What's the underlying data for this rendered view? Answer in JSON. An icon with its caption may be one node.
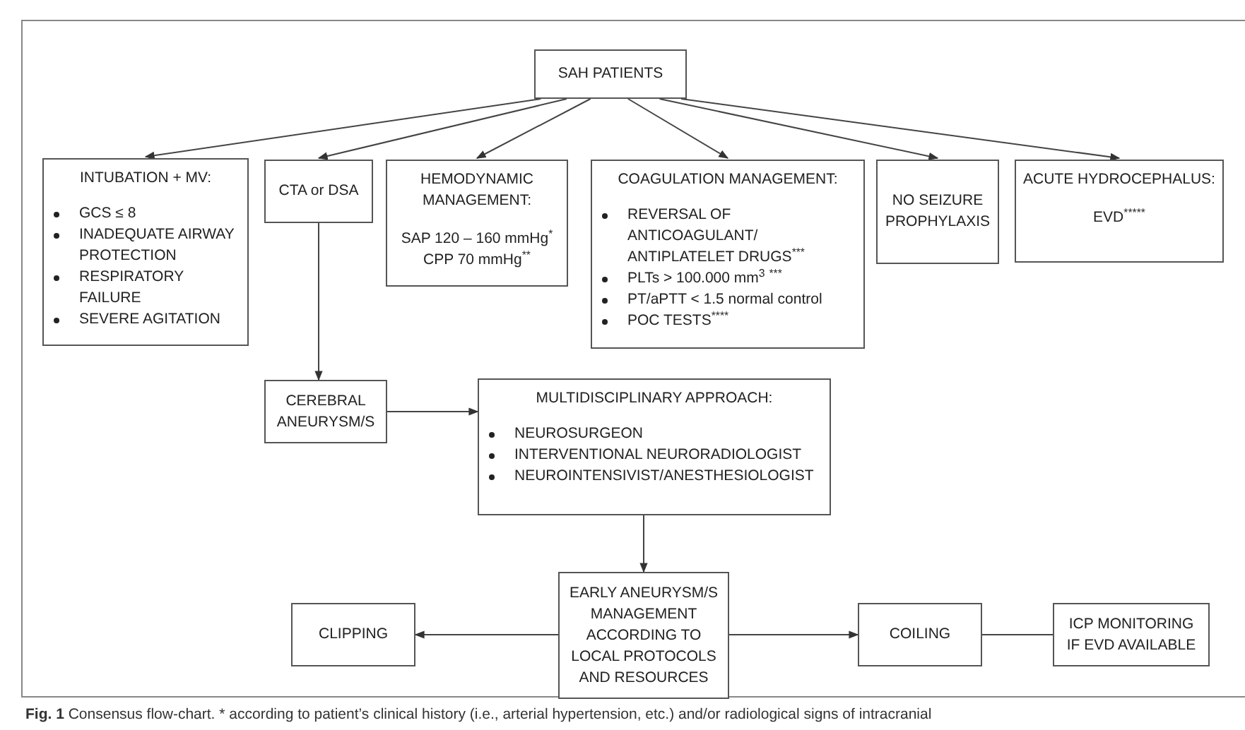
{
  "diagram": {
    "caption": "**Fig. 1** Consensus flow-chart. * according to patient’s clinical history (i.e., arterial hypertension, etc.) and/or radiological signs of intracranial",
    "nodes": [
      {
        "text": [
          "SAH PATIENTS"
        ]
      },
      {
        "text": [
          "INTUBATION + MV:",
          "GCS ≤ 8",
          "INADEQUATE AIRWAY PROTECTION",
          "RESPIRATORY FAILURE",
          "SEVERE AGITATION"
        ]
      },
      {
        "text": [
          "CTA or DSA"
        ]
      },
      {
        "text": [
          "HEMODYNAMIC MANAGEMENT:",
          "SAP 120 – 160 mmHg$^{*}$",
          "CPP 70 mmHg$^{**}$"
        ]
      },
      {
        "text": [
          "COAGULATION MANAGEMENT:",
          "REVERSAL OF ANTICOAGULANT/ ANTIPLATELET DRUGS$^{***}$",
          "PLTs  > 100.000 mm$^{3}$ $^{***}$",
          "PT/aPTT < 1.5 normal control",
          "POC TESTS$^{****}$"
        ]
      },
      {
        "text": [
          "NO SEIZURE PROPHYLAXIS"
        ]
      },
      {
        "text": [
          "ACUTE HYDROCEPHALUS:",
          "EVD$^{*}$$^{*}$$^{*}$$^{*}$$^{*}$"
        ]
      },
      {
        "text": [
          "CEREBRAL ANEURYSM/S"
        ]
      },
      {
        "text": [
          "MULTIDISCIPLINARY APPROACH:",
          "NEUROSURGEON",
          "INTERVENTIONAL NEURORADIOLOGIST",
          "NEUROINTENSIVIST/ANESTHESIOLOGIST"
        ]
      },
      {
        "text": [
          "EARLY ANEURYSM/S MANAGEMENT ACCORDING TO LOCAL PROTOCOLS AND RESOURCES"
        ]
      },
      {
        "text": [
          "CLIPPING"
        ]
      },
      {
        "text": [
          "COILING"
        ]
      },
      {
        "text": [
          "ICP MONITORING IF EVD AVAILABLE"
        ]
      }
    ],
    "edges": [
      {
        "from": 0,
        "to": 1,
        "arrow": "to"
      },
      {
        "from": 0,
        "to": 2,
        "arrow": "to"
      },
      {
        "from": 0,
        "to": 3,
        "arrow": "to"
      },
      {
        "from": 0,
        "to": 4,
        "arrow": "to"
      },
      {
        "from": 0,
        "to": 5,
        "arrow": "to"
      },
      {
        "from": 0,
        "to": 6,
        "arrow": "to"
      },
      {
        "from": 2,
        "to": 7,
        "arrow": "to"
      },
      {
        "from": 7,
        "to": 8,
        "arrow": "to"
      },
      {
        "from": 8,
        "to": 9,
        "arrow": "to"
      },
      {
        "from": 9,
        "to": 10,
        "arrow": "to"
      },
      {
        "from": 9,
        "to": 11,
        "arrow": "to"
      },
      {
        "from": 11,
        "to": 12,
        "arrow": "none"
      }
    ]
  }
}
